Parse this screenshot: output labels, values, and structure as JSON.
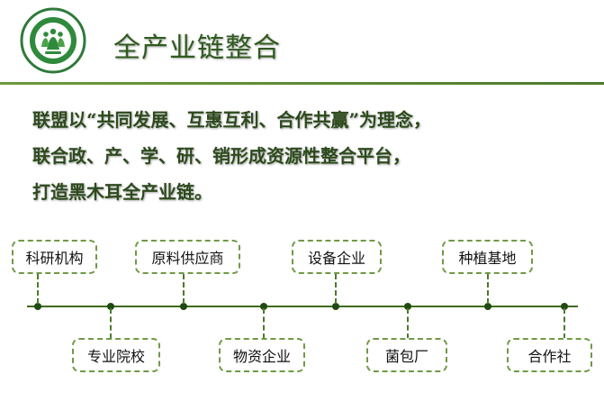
{
  "title": "全产业链整合",
  "lead_lines": [
    "联盟以“共同发展、互惠互利、合作共赢”为理念，",
    "联合政、产、学、研、销形成资源性整合平台，",
    "打造黑木耳全产业链。"
  ],
  "nodes_top": [
    "科研机构",
    "原料供应商",
    "设备企业",
    "种植基地"
  ],
  "nodes_bottom": [
    "专业院校",
    "物资企业",
    "菌包厂",
    "合作社"
  ],
  "colors": {
    "accent_green": "#4c7b2c",
    "title_green": "#2f5a1e",
    "box_border": "#6f9a45"
  },
  "icons": {
    "logo": "alliance-logo-icon"
  }
}
